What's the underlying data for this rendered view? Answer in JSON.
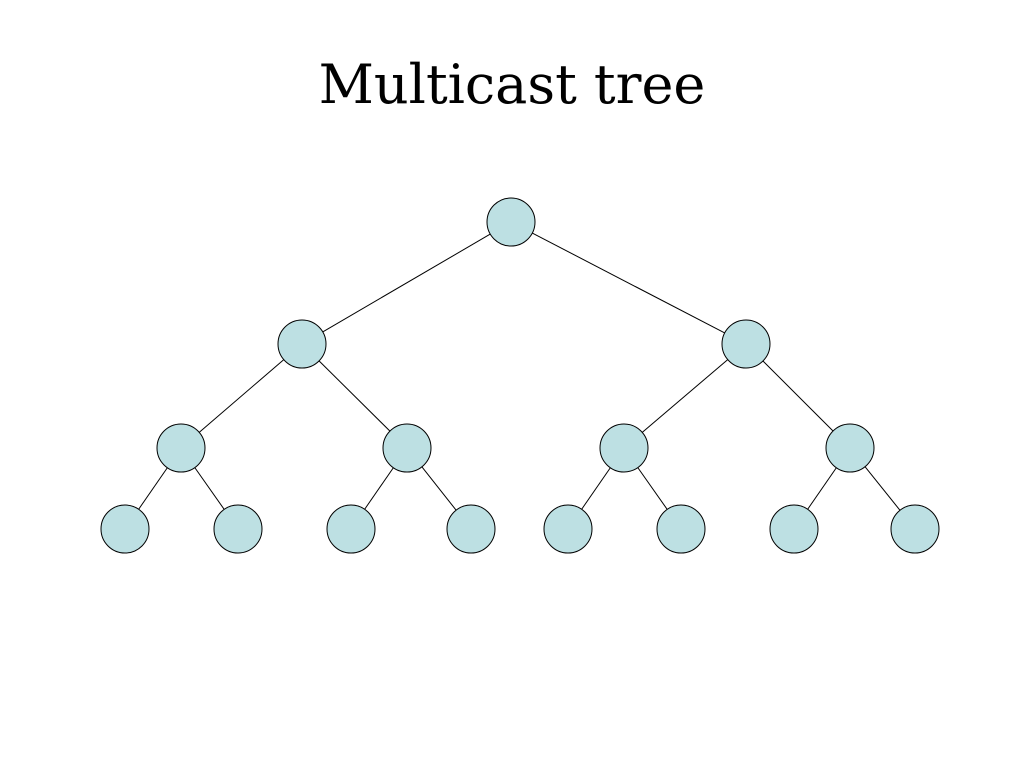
{
  "slide": {
    "title": "Multicast tree"
  },
  "tree": {
    "node_fill": "#bde0e3",
    "node_stroke": "#000000",
    "edge_stroke": "#000000",
    "levels": 4,
    "branching": 2,
    "node_count": 15,
    "edges": [
      [
        "root",
        "l1-0"
      ],
      [
        "root",
        "l1-1"
      ],
      [
        "l1-0",
        "l2-0"
      ],
      [
        "l1-0",
        "l2-1"
      ],
      [
        "l1-1",
        "l2-2"
      ],
      [
        "l1-1",
        "l2-3"
      ],
      [
        "l2-0",
        "l3-0"
      ],
      [
        "l2-0",
        "l3-1"
      ],
      [
        "l2-1",
        "l3-2"
      ],
      [
        "l2-1",
        "l3-3"
      ],
      [
        "l2-2",
        "l3-4"
      ],
      [
        "l2-2",
        "l3-5"
      ],
      [
        "l2-3",
        "l3-6"
      ],
      [
        "l2-3",
        "l3-7"
      ]
    ]
  }
}
